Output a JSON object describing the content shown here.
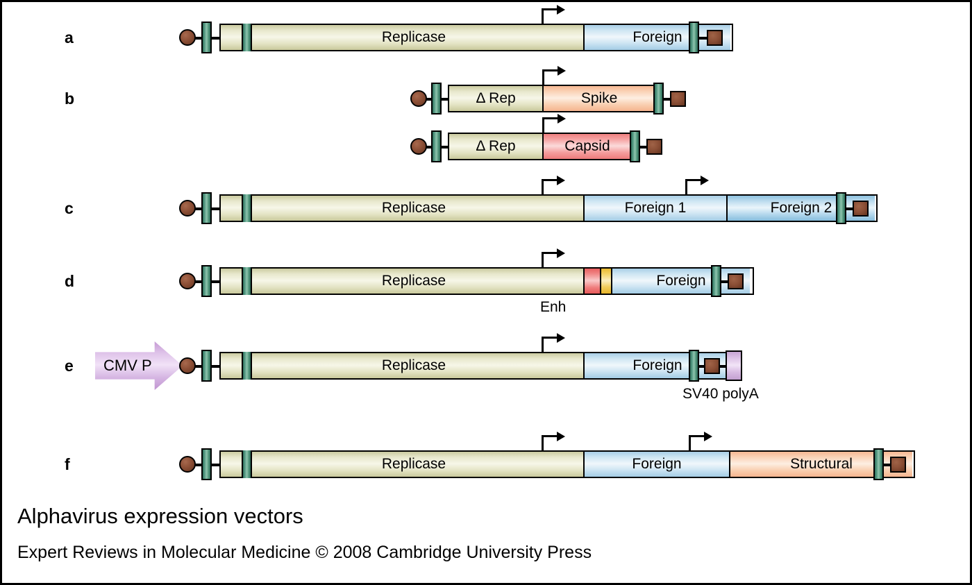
{
  "figure": {
    "caption_title": "Alphavirus expression vectors",
    "caption_credit": "Expert Reviews in Molecular Medicine © 2008 Cambridge University Press",
    "border_color": "#000000",
    "background": "#ffffff"
  },
  "legend_colors": {
    "replicase_cream": "#e8e8cd",
    "foreign_blue": "#cfe6f3",
    "foreign2_blue": "#bcdcee",
    "structural_peach": "#fad3b7",
    "spike_peach": "#fad3b7",
    "capsid_pink": "#f5a3a3",
    "enhancer_red": "#f08484",
    "enhancer_gold": "#f3d266",
    "cmv_promoter_lilac": "#ddc0e8",
    "sv40_polya_lilac": "#dcc2e6",
    "junction_green": "#5ca089",
    "cap_brown": "#8c4f36",
    "polya_brown": "#8a4e35"
  },
  "rows": [
    {
      "label": "a",
      "segments": [
        {
          "text": "",
          "fill": "cream"
        },
        {
          "text": "Replicase",
          "fill": "cream"
        },
        {
          "text": "Foreign",
          "fill": "blue"
        }
      ],
      "annotations": []
    },
    {
      "label": "b",
      "constructs": [
        {
          "segments": [
            {
              "text": "Δ Rep",
              "fill": "cream"
            },
            {
              "text": "Spike",
              "fill": "peach"
            }
          ]
        },
        {
          "segments": [
            {
              "text": "Δ Rep",
              "fill": "cream"
            },
            {
              "text": "Capsid",
              "fill": "pink"
            }
          ]
        }
      ],
      "annotations": []
    },
    {
      "label": "c",
      "segments": [
        {
          "text": "",
          "fill": "cream"
        },
        {
          "text": "Replicase",
          "fill": "cream"
        },
        {
          "text": "Foreign 1",
          "fill": "blue"
        },
        {
          "text": "Foreign 2",
          "fill": "blue2"
        }
      ],
      "annotations": []
    },
    {
      "label": "d",
      "segments": [
        {
          "text": "",
          "fill": "cream"
        },
        {
          "text": "Replicase",
          "fill": "cream"
        },
        {
          "text": "",
          "fill": "red"
        },
        {
          "text": "",
          "fill": "gold"
        },
        {
          "text": "Foreign",
          "fill": "blue"
        }
      ],
      "annotations": [
        {
          "text": "Enh",
          "name": "enhancer-label"
        }
      ]
    },
    {
      "label": "e",
      "prefix": {
        "text": "CMV P",
        "name": "cmv-promoter-arrow"
      },
      "segments": [
        {
          "text": "",
          "fill": "cream"
        },
        {
          "text": "Replicase",
          "fill": "cream"
        },
        {
          "text": "Foreign",
          "fill": "blue"
        }
      ],
      "suffix": {
        "text": "",
        "fill": "lilac",
        "name": "sv40-polya-box"
      },
      "annotations": [
        {
          "text": "SV40 polyA",
          "name": "sv40-polya-label"
        }
      ]
    },
    {
      "label": "f",
      "segments": [
        {
          "text": "",
          "fill": "cream"
        },
        {
          "text": "Replicase",
          "fill": "cream"
        },
        {
          "text": "Foreign",
          "fill": "blue"
        },
        {
          "text": "Structural",
          "fill": "peach"
        }
      ],
      "annotations": []
    }
  ],
  "row_labels": {
    "a": "a",
    "b": "b",
    "c": "c",
    "d": "d",
    "e": "e",
    "f": "f"
  },
  "segment_text": {
    "replicase": "Replicase",
    "foreign": "Foreign",
    "foreign1": "Foreign 1",
    "foreign2": "Foreign 2",
    "delta_rep": "Δ Rep",
    "spike": "Spike",
    "capsid": "Capsid",
    "structural": "Structural",
    "cmv_promoter": "CMV P",
    "enh": "Enh",
    "sv40_polya": "SV40 polyA"
  }
}
